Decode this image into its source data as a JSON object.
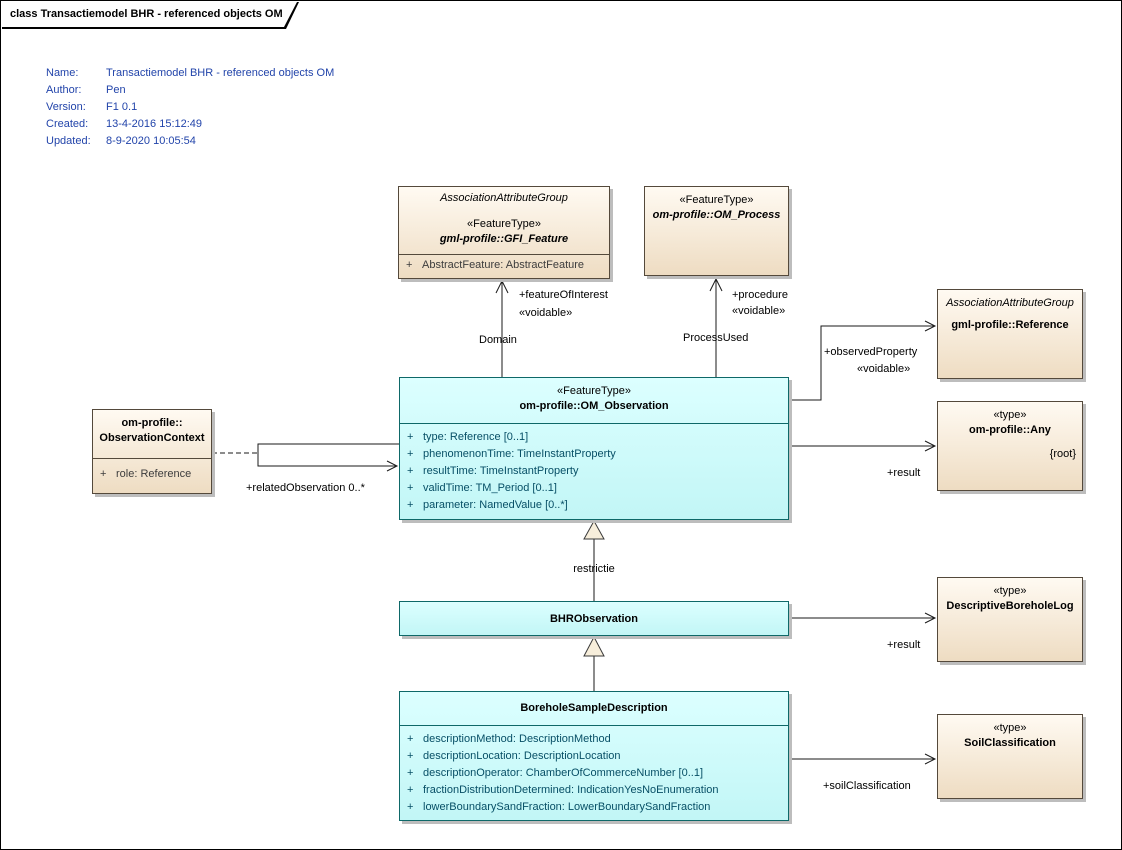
{
  "colors": {
    "class_cyan_fill": "#ccffff",
    "class_cyan_border": "#0e6868",
    "class_beige_fill": "#f5e6cf",
    "class_beige_border": "#54493b",
    "metadata_text": "#2244aa",
    "shadow": "#bdbdbd"
  },
  "tab": {
    "title": "class Transactiemodel BHR - referenced objects OM"
  },
  "metadata": {
    "rows": [
      {
        "label": "Name:",
        "value": "Transactiemodel BHR - referenced objects OM"
      },
      {
        "label": "Author:",
        "value": "Pen"
      },
      {
        "label": "Version:",
        "value": "F1 0.1"
      },
      {
        "label": "Created:",
        "value": "13-4-2016 15:12:49"
      },
      {
        "label": "Updated:",
        "value": "8-9-2020 10:05:54"
      }
    ]
  },
  "classes": {
    "gfi_feature": {
      "group": "AssociationAttributeGroup",
      "stereotype": "«FeatureType»",
      "name": "gml-profile::GFI_Feature",
      "attributes": [
        {
          "vis": "+",
          "text": "AbstractFeature: AbstractFeature"
        }
      ]
    },
    "om_process": {
      "stereotype": "«FeatureType»",
      "name": "om-profile::OM_Process"
    },
    "reference": {
      "group": "AssociationAttributeGroup",
      "name": "gml-profile::Reference"
    },
    "any": {
      "stereotype": "«type»",
      "name": "om-profile::Any",
      "tag": "{root}"
    },
    "om_observation": {
      "stereotype": "«FeatureType»",
      "name": "om-profile::OM_Observation",
      "attributes": [
        {
          "vis": "+",
          "text": "type: Reference [0..1]"
        },
        {
          "vis": "+",
          "text": "phenomenonTime: TimeInstantProperty"
        },
        {
          "vis": "+",
          "text": "resultTime: TimeInstantProperty"
        },
        {
          "vis": "+",
          "text": "validTime: TM_Period [0..1]"
        },
        {
          "vis": "+",
          "text": "parameter: NamedValue [0..*]"
        }
      ]
    },
    "observation_context": {
      "name_line1": "om-profile::",
      "name_line2": "ObservationContext",
      "attributes": [
        {
          "vis": "+",
          "text": "role: Reference"
        }
      ]
    },
    "bhr_observation": {
      "name": "BHRObservation"
    },
    "descriptive_borehole_log": {
      "stereotype": "«type»",
      "name": "DescriptiveBoreholeLog"
    },
    "borehole_sample_description": {
      "name": "BoreholeSampleDescription",
      "attributes": [
        {
          "vis": "+",
          "text": "descriptionMethod: DescriptionMethod"
        },
        {
          "vis": "+",
          "text": "descriptionLocation: DescriptionLocation"
        },
        {
          "vis": "+",
          "text": "descriptionOperator: ChamberOfCommerceNumber [0..1]"
        },
        {
          "vis": "+",
          "text": "fractionDistributionDetermined: IndicationYesNoEnumeration"
        },
        {
          "vis": "+",
          "text": "lowerBoundarySandFraction: LowerBoundarySandFraction"
        }
      ]
    },
    "soil_classification": {
      "stereotype": "«type»",
      "name": "SoilClassification"
    }
  },
  "connector_labels": {
    "feature_of_interest": {
      "role": "+featureOfInterest",
      "stereotype": "«voidable»",
      "name": "Domain"
    },
    "procedure": {
      "role": "+procedure",
      "stereotype": "«voidable»",
      "name": "ProcessUsed"
    },
    "observed_property": {
      "role": "+observedProperty",
      "stereotype": "«voidable»"
    },
    "result_observation": {
      "role": "+result"
    },
    "related_observation": {
      "role": "+relatedObservation 0..*"
    },
    "restrictie": {
      "name": "restrictie"
    },
    "result_bhr": {
      "role": "+result"
    },
    "soil_classification": {
      "role": "+soilClassification"
    }
  }
}
